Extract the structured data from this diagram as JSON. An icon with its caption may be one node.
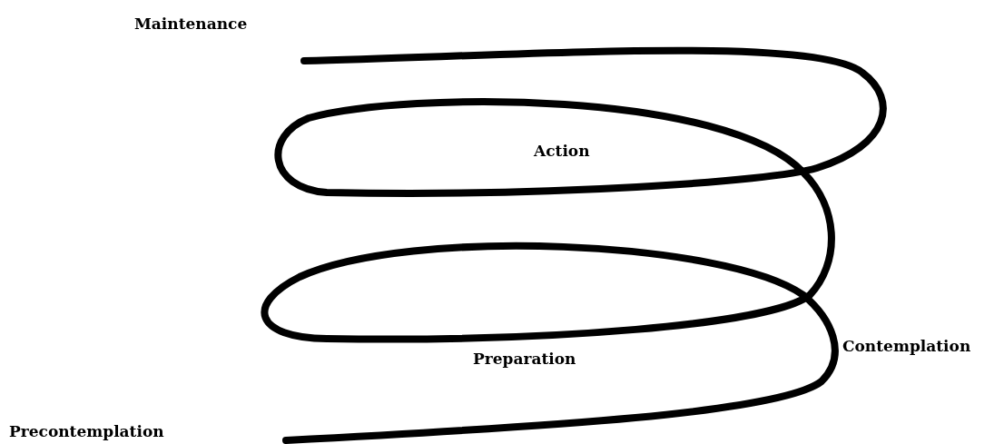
{
  "diagram": {
    "labels": [
      "Maintenance",
      "Action",
      "Preparation",
      "Contemplation",
      "Precontemplation"
    ]
  }
}
